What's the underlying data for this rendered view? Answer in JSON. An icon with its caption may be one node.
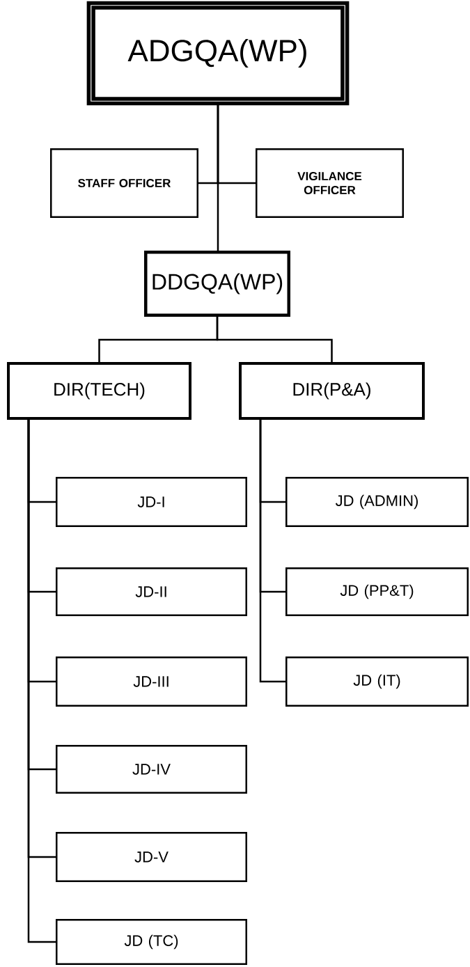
{
  "diagram": {
    "nodes": [
      {
        "text": [
          "ADGQA(WP)"
        ]
      },
      {
        "text": [
          "STAFF OFFICER"
        ]
      },
      {
        "text": [
          "VIGILANCE OFFICER"
        ]
      },
      {
        "text": [
          "DDGQA(WP)"
        ]
      },
      {
        "text": [
          "DIR(TECH)"
        ]
      },
      {
        "text": [
          "DIR(P&A)"
        ]
      },
      {
        "text": [
          "JD-I"
        ]
      },
      {
        "text": [
          "JD-II"
        ]
      },
      {
        "text": [
          "JD-III"
        ]
      },
      {
        "text": [
          "JD-IV"
        ]
      },
      {
        "text": [
          "JD-V"
        ]
      },
      {
        "text": [
          "JD (TC)"
        ]
      },
      {
        "text": [
          "JD (ADMIN)"
        ]
      },
      {
        "text": [
          "JD (PP&T)"
        ]
      },
      {
        "text": [
          "JD (IT)"
        ]
      }
    ],
    "edges": [
      {
        "from": 0,
        "to": 1,
        "arrow": "none"
      },
      {
        "from": 0,
        "to": 2,
        "arrow": "none"
      },
      {
        "from": 0,
        "to": 3,
        "arrow": "none"
      },
      {
        "from": 3,
        "to": 4,
        "arrow": "none"
      },
      {
        "from": 3,
        "to": 5,
        "arrow": "none"
      },
      {
        "from": 4,
        "to": 6,
        "arrow": "none"
      },
      {
        "from": 4,
        "to": 7,
        "arrow": "none"
      },
      {
        "from": 4,
        "to": 8,
        "arrow": "none"
      },
      {
        "from": 4,
        "to": 9,
        "arrow": "none"
      },
      {
        "from": 4,
        "to": 10,
        "arrow": "none"
      },
      {
        "from": 4,
        "to": 11,
        "arrow": "none"
      },
      {
        "from": 5,
        "to": 12,
        "arrow": "none"
      },
      {
        "from": 5,
        "to": 13,
        "arrow": "none"
      },
      {
        "from": 5,
        "to": 14,
        "arrow": "none"
      }
    ]
  }
}
